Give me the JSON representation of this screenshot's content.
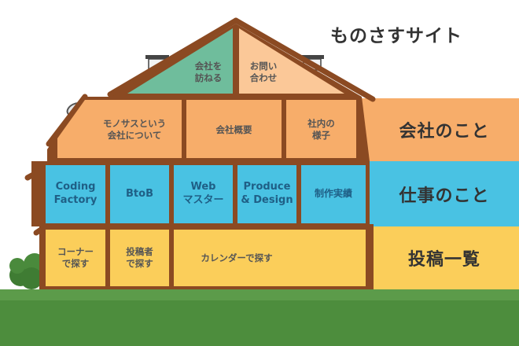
{
  "site": {
    "title": "ものさすサイト"
  },
  "bands": [
    {
      "id": "company",
      "label": "会社のこと",
      "color": "#f7ad6a"
    },
    {
      "id": "work",
      "label": "仕事のこと",
      "color": "#49c2e3"
    },
    {
      "id": "posts",
      "label": "投稿一覧",
      "color": "#fbce5a"
    }
  ],
  "rooms": {
    "visit": "会社を\n訪ねる",
    "contact": "お問い\n合わせ",
    "monosasu": "モノサスという\n会社について",
    "overview": "会社概要",
    "office": "社内の\n様子",
    "coding": "Coding\nFactory",
    "btob": "BtoB",
    "webmaster": "Web\nマスター",
    "produce": "Produce\n& Design",
    "works": "制作実績",
    "corner": "コーナー\nで探す",
    "author": "投稿者\nで探す",
    "calendar": "カレンダーで探す"
  },
  "colors": {
    "wood": "#8b4a22",
    "orange": "#f7ad6a",
    "peach": "#fbc898",
    "teal": "#6fbd9c",
    "blue": "#49c2e3",
    "yellow": "#fbce5a",
    "grass": "#4d8d3d",
    "bush": "#4a8a3c"
  }
}
